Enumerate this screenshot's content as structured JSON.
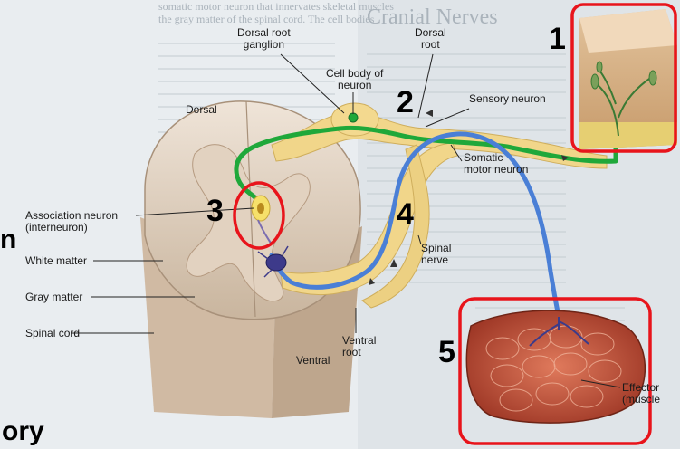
{
  "background_text": {
    "title": "Cranial Nerves",
    "line1": "somatic motor neuron that innervates skeletal muscles",
    "line2": "the gray matter of the spinal cord. The cell bodies"
  },
  "labels": {
    "dorsal_root_ganglion": [
      "Dorsal root",
      "ganglion"
    ],
    "dorsal_root": [
      "Dorsal",
      "root"
    ],
    "cell_body": [
      "Cell body of",
      "neuron"
    ],
    "dorsal": "Dorsal",
    "sensory_neuron": "Sensory neuron",
    "somatic_motor": [
      "Somatic",
      "motor neuron"
    ],
    "association": [
      "Association neuron",
      "(interneuron)"
    ],
    "spinal_nerve": [
      "Spinal",
      "nerve"
    ],
    "white_matter": "White matter",
    "gray_matter": "Gray matter",
    "spinal_cord": "Spinal cord",
    "ventral_root": [
      "Ventral",
      "root"
    ],
    "ventral": "Ventral",
    "effector": [
      "Effector",
      "(muscle"
    ]
  },
  "markers": [
    "1",
    "2",
    "3",
    "4",
    "5"
  ],
  "edge_text": {
    "left": "n",
    "bottom": "ory"
  },
  "colors": {
    "sensory_path": "#1fa83a",
    "motor_path": "#4a7fd6",
    "highlight": "#e8141b",
    "nerve": "#f1d68a",
    "muscle": "#c8553a"
  }
}
